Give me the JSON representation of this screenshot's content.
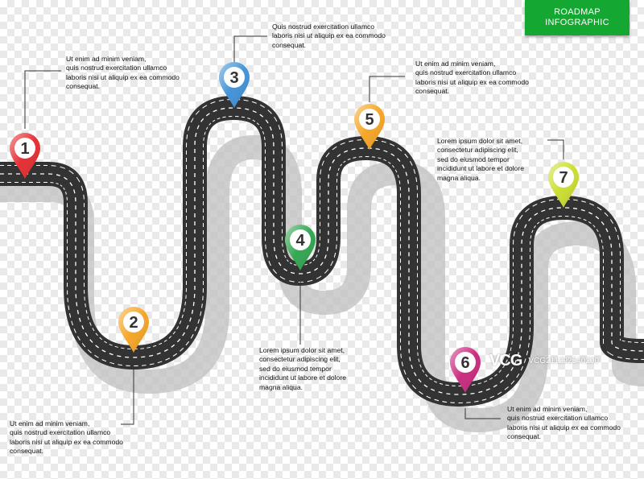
{
  "title": {
    "line1": "ROADMAP",
    "line2": "INFOGRAPHIC",
    "color": "#14a832"
  },
  "road": {
    "color": "#333333",
    "shadow_color": "#bfbfbf",
    "dash_color": "#ffffff"
  },
  "pins": [
    {
      "number": "1",
      "color": "#e3262b"
    },
    {
      "number": "2",
      "color": "#f5a21d"
    },
    {
      "number": "3",
      "color": "#3b8fd6"
    },
    {
      "number": "4",
      "color": "#2aa34a"
    },
    {
      "number": "5",
      "color": "#f5a21d"
    },
    {
      "number": "6",
      "color": "#c8237a"
    },
    {
      "number": "7",
      "color": "#c9dd2a"
    }
  ],
  "notes": [
    {
      "id": "1",
      "text": "Ut enim ad minim veniam,\nquis nostrud exercitation ullamco\nlaboris nisi ut aliquip ex ea commodo\nconsequat."
    },
    {
      "id": "2",
      "text": "Ut enim ad minim veniam,\nquis nostrud exercitation ullamco\nlaboris nisi ut aliquip ex ea commodo\nconsequat."
    },
    {
      "id": "3",
      "text": "Quis nostrud exercitation ullamco\nlaboris nisi ut aliquip ex ea commodo\nconsequat."
    },
    {
      "id": "4",
      "text": "Lorem ipsum dolor sit amet,\nconsectetur adipiscing elit,\nsed do eiusmod tempor\nincididunt ut labore et dolore\nmagna aliqua."
    },
    {
      "id": "5",
      "text": "Ut enim ad minim veniam,\nquis nostrud exercitation ullamco\nlaboris nisi ut aliquip ex ea commodo\nconsequat."
    },
    {
      "id": "6",
      "text": "Ut enim ad minim veniam,\nquis nostrud exercitation ullamco\nlaboris nisi ut aliquip ex ea commodo\nconsequat."
    },
    {
      "id": "7",
      "text": "Lorem ipsum dolor sit amet,\nconsectetur adipiscing elit,\nsed do eiusmod tempor\nincididunt ut labore et dolore\nmagna aliqua."
    }
  ],
  "watermark": {
    "logo": "VCG",
    "text": "VCG211292540200"
  }
}
